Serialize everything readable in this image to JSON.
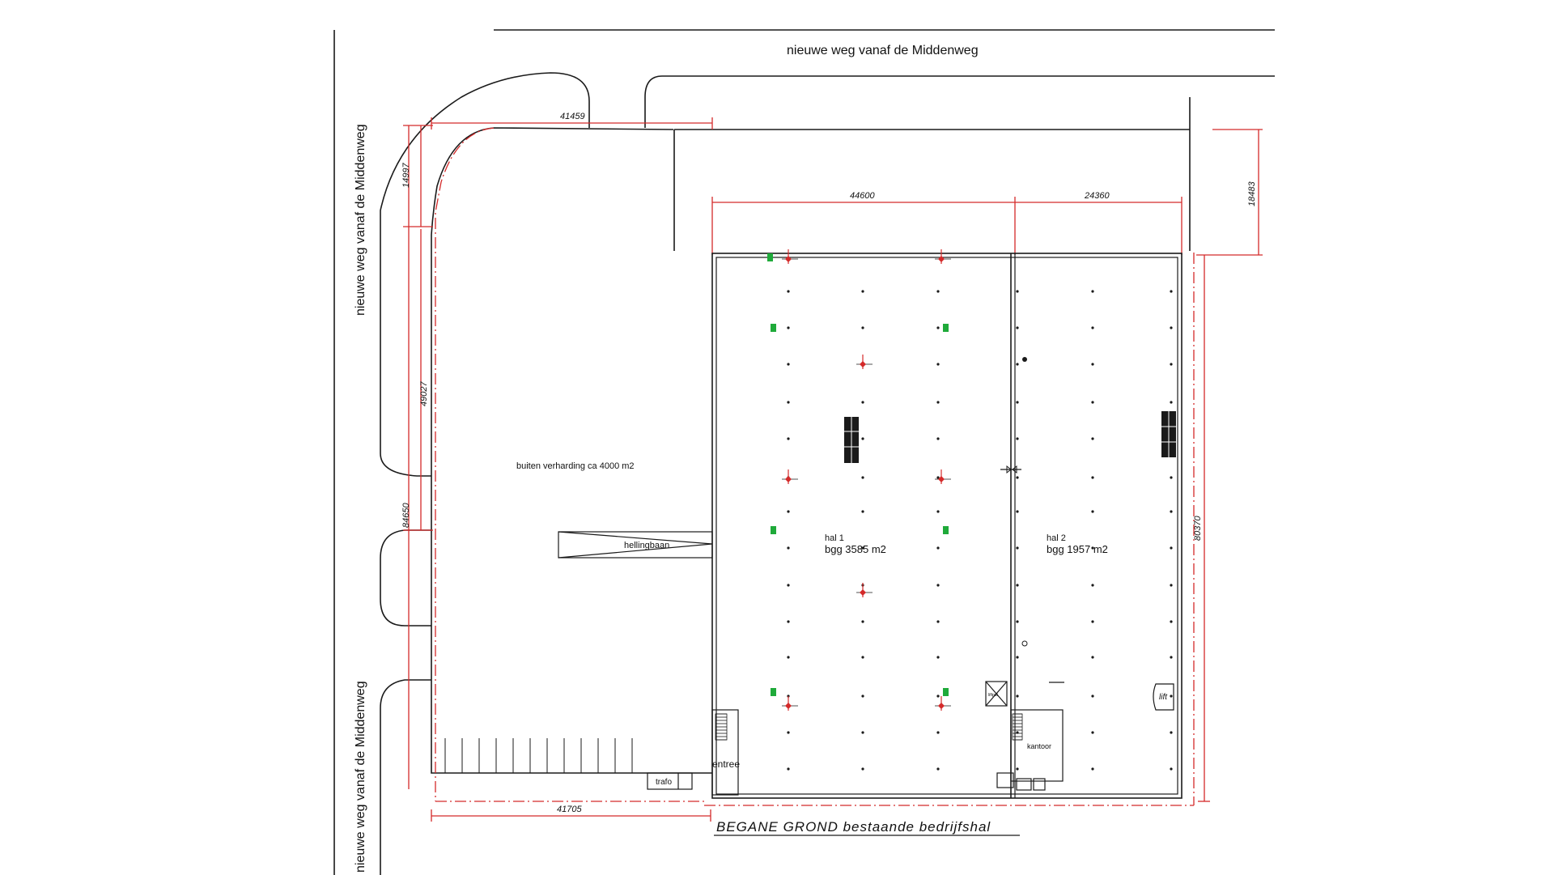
{
  "roads": {
    "top": "nieuwe weg vanaf de Middenweg",
    "left_upper": "nieuwe weg vanaf de Middenweg",
    "left_lower": "nieuwe weg vanaf de Middenweg"
  },
  "dimensions": {
    "top_lot_width": "41459",
    "left_upper": "14997",
    "left_middle": "49027",
    "left_lower": "84650",
    "bottom_lot_width": "41705",
    "hall1_width": "44600",
    "hall2_width": "24360",
    "right_setback": "18483",
    "right_depth": "80370"
  },
  "areas": {
    "outdoor_paving": "buiten verharding ca 4000  m2",
    "ramp": "hellingbaan",
    "hall1_name": "hal 1",
    "hall1_area": "bgg  3585 m2",
    "hall2_name": "hal 2",
    "hall2_area": "bgg  1957 m2",
    "entrance": "entree",
    "transformer": "trafo",
    "office": "kantoor",
    "lift": "lift",
    "liftput": "liftput"
  },
  "title": "BEGANE GROND  bestaande  bedrijfshal",
  "colors": {
    "outline": "#1a1a1a",
    "dimension_lines": "#d42a2a",
    "markers_green": "#1faa3a",
    "markers_red": "#d42a2a"
  }
}
